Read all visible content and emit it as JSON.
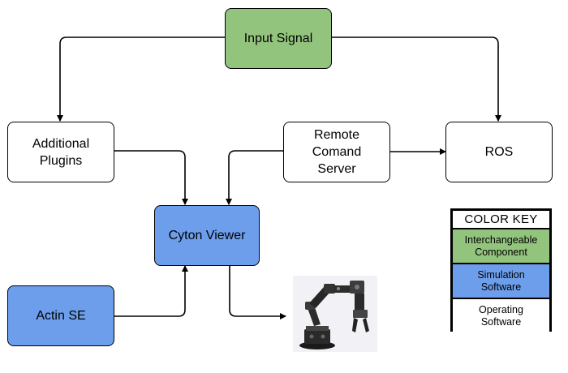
{
  "nodes": {
    "input_signal": "Input Signal",
    "additional_plugins": "Additional\nPlugins",
    "remote_command_server": "Remote\nComand\nServer",
    "ros": "ROS",
    "cyton_viewer": "Cyton Viewer",
    "actin_se": "Actin SE"
  },
  "legend": {
    "title": "COLOR KEY",
    "items": [
      {
        "label": "Interchangeable\nComponent",
        "color": "#93c47d"
      },
      {
        "label": "Simulation\nSoftware",
        "color": "#6d9eeb"
      },
      {
        "label": "Operating\nSoftware",
        "color": "#ffffff"
      }
    ]
  },
  "colors": {
    "interchangeable": "#93c47d",
    "simulation": "#6d9eeb",
    "operating": "#ffffff",
    "line": "#000000"
  },
  "image": {
    "icon": "robot-arm-photo"
  }
}
